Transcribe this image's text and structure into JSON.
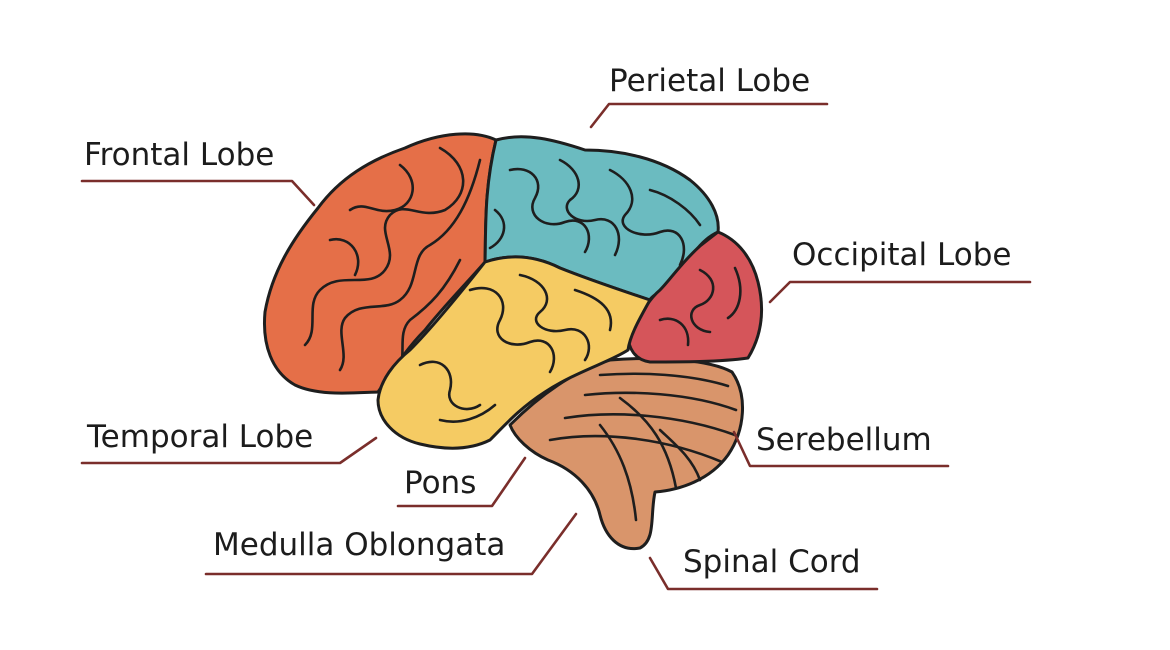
{
  "colors": {
    "frontal": "#E56F48",
    "parietal": "#6BBBC0",
    "occipital": "#D5555A",
    "temporal": "#F5CB63",
    "cerebellum": "#D9956B",
    "leader": "#7A2E2B"
  },
  "labels": {
    "frontal": "Frontal Lobe",
    "parietal": "Perietal Lobe",
    "occipital": "Occipital Lobe",
    "temporal": "Temporal Lobe",
    "cerebellum": "Serebellum",
    "pons": "Pons",
    "medulla": "Medulla Oblongata",
    "spinal": "Spinal Cord"
  }
}
